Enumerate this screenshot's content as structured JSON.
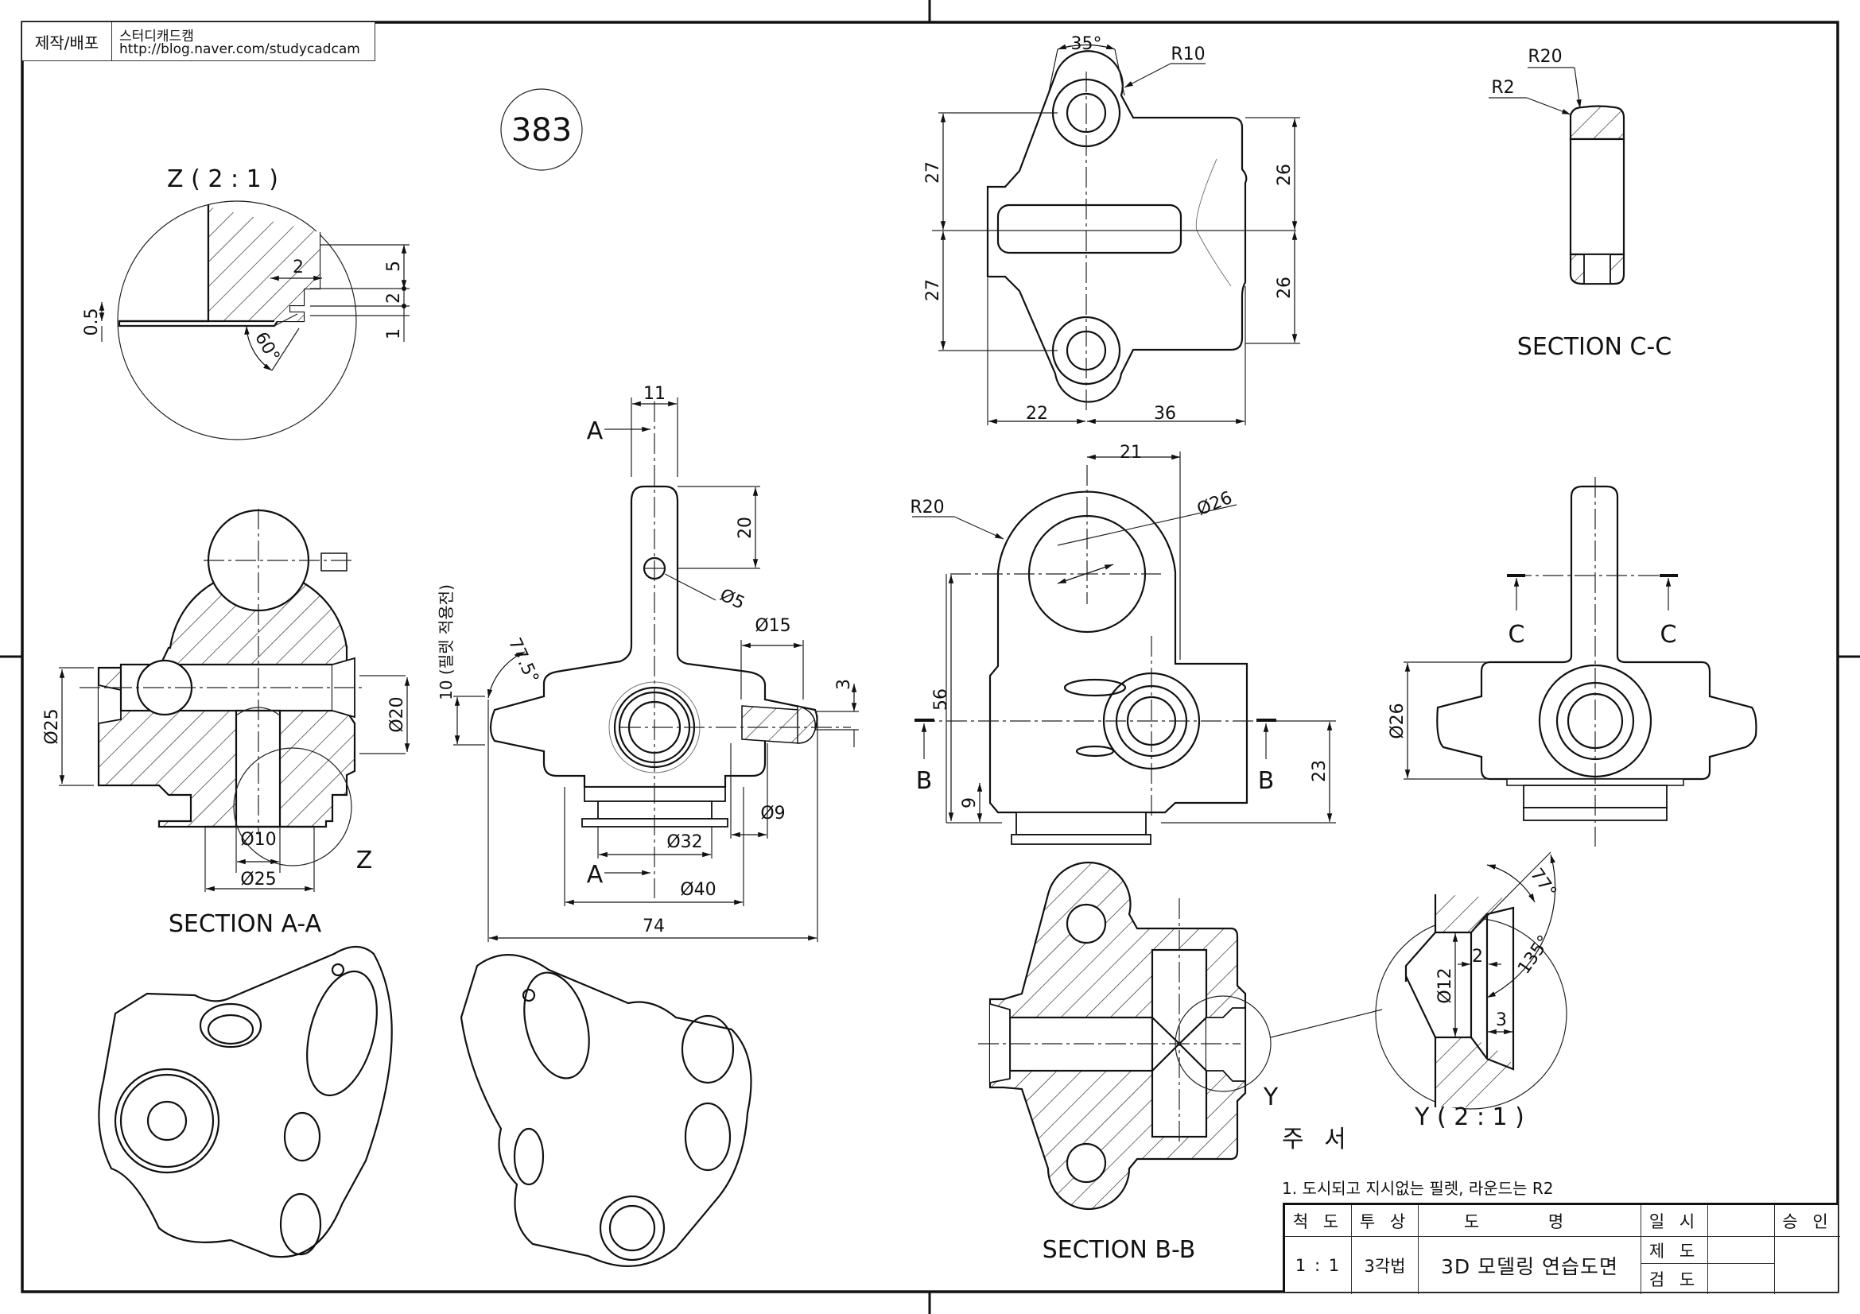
{
  "header_block": {
    "left_label": "제작/배포",
    "org_name": "스터디캐드캠",
    "url": "http://blog.naver.com/studycadcam"
  },
  "drawing_number": "383",
  "detail_z": {
    "title": "Z ( 2 : 1 )",
    "dims": [
      "2",
      "5",
      "2",
      "1",
      "0.5",
      "60°"
    ],
    "marker": "Z"
  },
  "section_aa": {
    "title": "SECTION A-A",
    "dims": [
      "Ø25",
      "Ø20",
      "Ø10",
      "Ø25"
    ]
  },
  "front_view": {
    "cut_label": "A",
    "dims": [
      "11",
      "20",
      "Ø5",
      "Ø15",
      "3",
      "Ø9",
      "Ø32",
      "Ø40",
      "74",
      "77.5°",
      "10 (필렛 적용전)"
    ]
  },
  "top_view": {
    "dims": [
      "35°",
      "R10",
      "27",
      "27",
      "26",
      "26",
      "22",
      "36"
    ]
  },
  "section_cc": {
    "title": "SECTION C-C",
    "dims": [
      "R20",
      "R2"
    ]
  },
  "side_view": {
    "cut_label": "B",
    "dims": [
      "21",
      "R20",
      "Ø26",
      "56",
      "9",
      "23"
    ]
  },
  "right_view": {
    "cut_label": "C",
    "dims": [
      "Ø26"
    ]
  },
  "section_bb": {
    "title": "SECTION B-B",
    "marker": "Y"
  },
  "detail_y": {
    "title": "Y ( 2 : 1 )",
    "dims": [
      "77°",
      "135°",
      "Ø12",
      "2",
      "3"
    ]
  },
  "notes": {
    "heading": "주 서",
    "items": [
      "1. 도시되고 지시없는 필렛, 라운드는 R2"
    ]
  },
  "title_block": {
    "scale_label": "척 도",
    "projection_label": "투 상",
    "name_label": "도 명",
    "date_label": "일 시",
    "approval_label": "승 인",
    "scale_value": "1 : 1",
    "projection_value": "3각법",
    "drawing_name": "3D 모델링 연습도면",
    "drafted_label": "제 도",
    "checked_label": "검 도"
  }
}
